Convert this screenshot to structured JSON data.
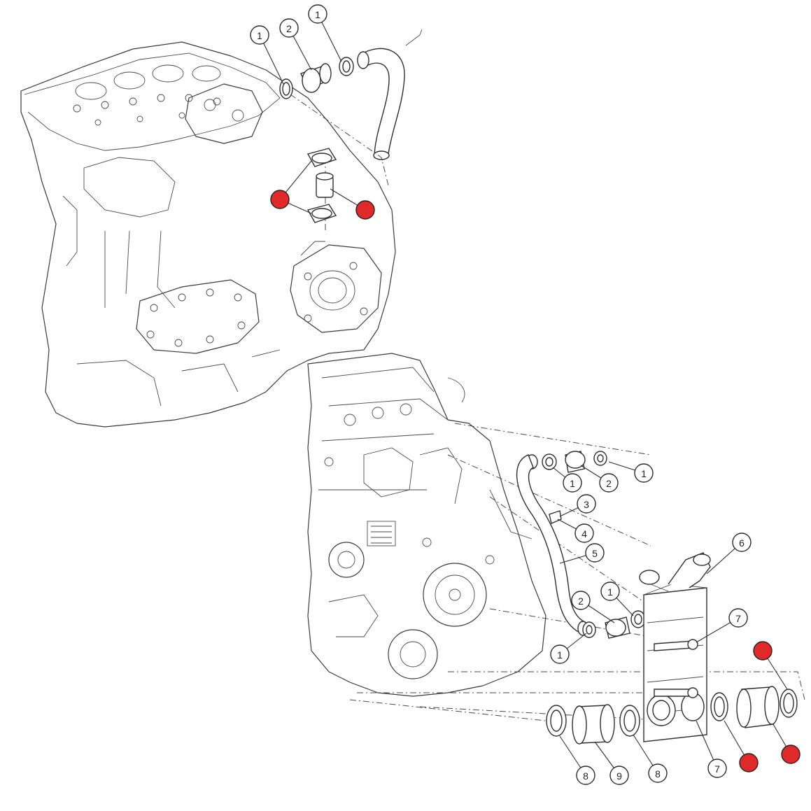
{
  "callouts_top": [
    {
      "label": "1",
      "highlight": false
    },
    {
      "label": "2",
      "highlight": false
    },
    {
      "label": "1",
      "highlight": false
    },
    {
      "label": "",
      "highlight": true
    },
    {
      "label": "",
      "highlight": true
    }
  ],
  "callouts_bottom": [
    {
      "label": "1",
      "highlight": false
    },
    {
      "label": "2",
      "highlight": false
    },
    {
      "label": "1",
      "highlight": false
    },
    {
      "label": "3",
      "highlight": false
    },
    {
      "label": "4",
      "highlight": false
    },
    {
      "label": "5",
      "highlight": false
    },
    {
      "label": "6",
      "highlight": false
    },
    {
      "label": "1",
      "highlight": false
    },
    {
      "label": "2",
      "highlight": false
    },
    {
      "label": "1",
      "highlight": false
    },
    {
      "label": "7",
      "highlight": false
    },
    {
      "label": "",
      "highlight": true
    },
    {
      "label": "8",
      "highlight": false
    },
    {
      "label": "9",
      "highlight": false
    },
    {
      "label": "8",
      "highlight": false
    },
    {
      "label": "7",
      "highlight": false
    },
    {
      "label": "",
      "highlight": true
    },
    {
      "label": "",
      "highlight": true
    }
  ],
  "colors": {
    "linework": "#3a3a3a",
    "highlight": "#e02a2a",
    "background": "#ffffff"
  }
}
